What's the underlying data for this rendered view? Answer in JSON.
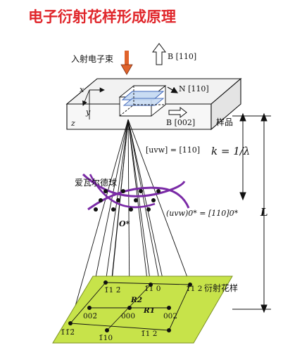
{
  "title": "电子衍射花样形成原理",
  "labels": {
    "incident_beam": "入射电子束",
    "b110": "B [110]",
    "n110": "N [110]",
    "b002": "B [002]",
    "axis_x": "x",
    "axis_y": "y",
    "axis_z": "z",
    "sample": "样品",
    "uvw_eq": "[uvw] = [110]",
    "k_eq": "k = 1/λ",
    "ewald": "爱瓦尔德球",
    "origin": "O*",
    "plane_eq": "(uvw)0* = [110]0*",
    "L": "L",
    "pattern": "衍射花样"
  },
  "spots": {
    "row1": [
      "1̄1 2̄",
      "1̄1 0",
      "1̄1 2"
    ],
    "row2": [
      "002̄",
      "000",
      "002"
    ],
    "row3": [
      "1̄1̄2̄",
      "1̄10",
      "1̄1 2"
    ],
    "r1": "R1",
    "r2": "R2"
  },
  "colors": {
    "title": "#e0262b",
    "beam_arrow": "#e0632b",
    "ewald": "#7a2aa6",
    "screen": "#c7e34a",
    "crystal_face": "#c9dcf3"
  }
}
